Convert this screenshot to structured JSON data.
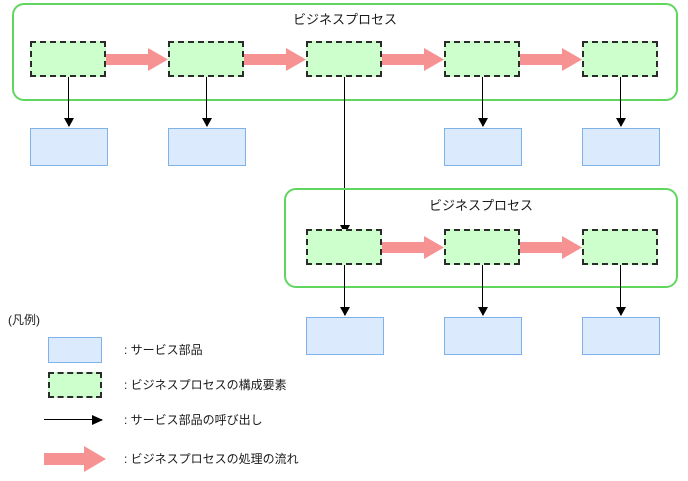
{
  "diagram": {
    "colors": {
      "container_border": "#5fd75f",
      "process_element_fill": "#ccffcc",
      "process_element_border": "#2b2b2b",
      "service_part_fill": "#dbeafc",
      "service_part_border": "#7fb2e8",
      "flow_arrow": "#f79292",
      "call_arrow": "#000000",
      "background": "#ffffff"
    },
    "containers": [
      {
        "id": "top",
        "title": "ビジネスプロセス"
      },
      {
        "id": "bottom",
        "title": "ビジネスプロセス"
      }
    ],
    "top_process": {
      "title": "ビジネスプロセス",
      "elements": [
        "",
        "",
        "",
        "",
        ""
      ],
      "service_parts": [
        "",
        "",
        "",
        ""
      ]
    },
    "bottom_process": {
      "title": "ビジネスプロセス",
      "elements": [
        "",
        "",
        ""
      ],
      "service_parts": [
        "",
        "",
        ""
      ]
    }
  },
  "legend": {
    "heading": "(凡例)",
    "items": [
      {
        "symbol": "service-part-box",
        "label": ": サービス部品"
      },
      {
        "symbol": "process-element-box",
        "label": ": ビジネスプロセスの構成要素"
      },
      {
        "symbol": "thin-arrow",
        "label": ": サービス部品の呼び出し"
      },
      {
        "symbol": "fat-arrow",
        "label": ": ビジネスプロセスの処理の流れ"
      }
    ]
  }
}
